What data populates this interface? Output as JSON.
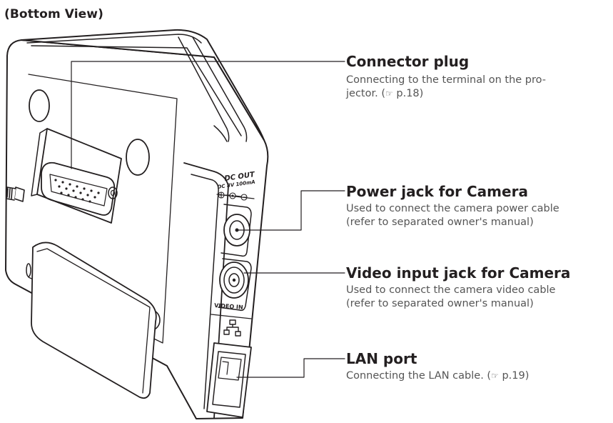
{
  "view_title": "(Bottom View)",
  "device_labels": {
    "dc_out": "DC OUT",
    "dc_rating": "DC 8V 100mA",
    "video_in": "VIDEO IN"
  },
  "callouts": {
    "connector": {
      "title": "Connector plug",
      "desc_line1": "Connecting to the terminal on the pro-",
      "desc_line2": "jector.",
      "page_ref": "p.18"
    },
    "power": {
      "title": "Power jack for Camera",
      "desc_line1": "Used to connect the camera power cable",
      "desc_line2": "(refer to separated owner's manual)"
    },
    "video": {
      "title": "Video input jack for Camera",
      "desc_line1": "Used to connect the camera video cable",
      "desc_line2": "(refer to separated owner's manual)"
    },
    "lan": {
      "title": "LAN port",
      "desc_line1": "Connecting the LAN cable.",
      "page_ref": "p.19"
    }
  },
  "colors": {
    "ink": "#231f20",
    "body_gray": "#555555",
    "leader": "#231f20"
  },
  "icons": {
    "pointing_hand": "pointing-hand-icon"
  }
}
